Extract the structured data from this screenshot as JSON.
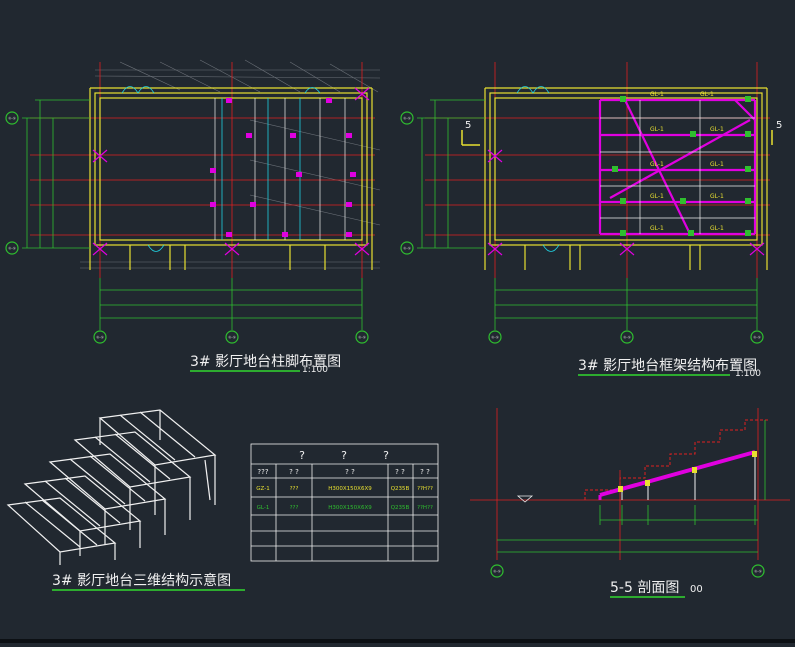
{
  "drawings": {
    "column_plan": {
      "title": "3# 影厅地台柱脚布置图",
      "scale": "1:100",
      "grid_bubble": "①-①"
    },
    "frame_plan": {
      "title": "3# 影厅地台框架结构布置图",
      "scale": "1:100",
      "section_mark": "5",
      "member_label": "GL-1",
      "grid_bubble": "①-①"
    },
    "axonometric": {
      "title": "3# 影厅地台三维结构示意图"
    },
    "section": {
      "title": "5-5 剖面图",
      "scale": "00",
      "grid_bubble": "①-①"
    }
  },
  "member_table": {
    "header_top": [
      "?",
      "?",
      "?"
    ],
    "header_cols": [
      "???",
      "? ?",
      "? ?",
      "? ?",
      "? ?"
    ],
    "rows": [
      {
        "mark": "GZ-1",
        "name": "???",
        "section": "H300X150X6X9",
        "material": "Q235B",
        "note": "??H??"
      },
      {
        "mark": "GL-1",
        "name": "???",
        "section": "H300X150X6X9",
        "material": "Q235B",
        "note": "??H??"
      }
    ]
  },
  "colors": {
    "background": "#212830",
    "axis": "#e02020",
    "wall": "#e8e030",
    "dim": "#2fbf2f",
    "member": "#e000e0",
    "white": "#f0f0f0",
    "cyan": "#20d0e0"
  }
}
